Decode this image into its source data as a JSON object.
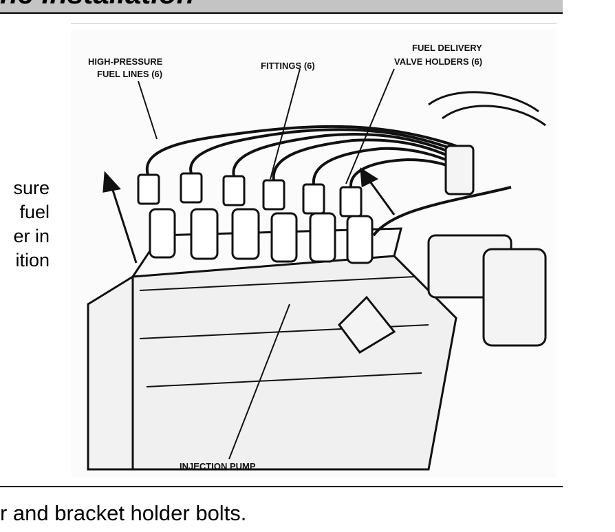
{
  "header": {
    "title": "ne Installation"
  },
  "side_text": {
    "lines": [
      "sure",
      "fuel",
      "er  in",
      "ition"
    ]
  },
  "bottom_text": "r and bracket holder bolts.",
  "figure": {
    "callouts": {
      "high_pressure_line1": "HIGH-PRESSURE",
      "high_pressure_line2": "FUEL LINES (6)",
      "fittings": "FITTINGS (6)",
      "delivery_line1": "FUEL DELIVERY",
      "delivery_line2": "VALVE HOLDERS (6)",
      "injection_pump": "INJECTION PUMP"
    }
  },
  "colors": {
    "header_band": "#c4c4c4",
    "rule": "#000000",
    "text": "#000000"
  }
}
